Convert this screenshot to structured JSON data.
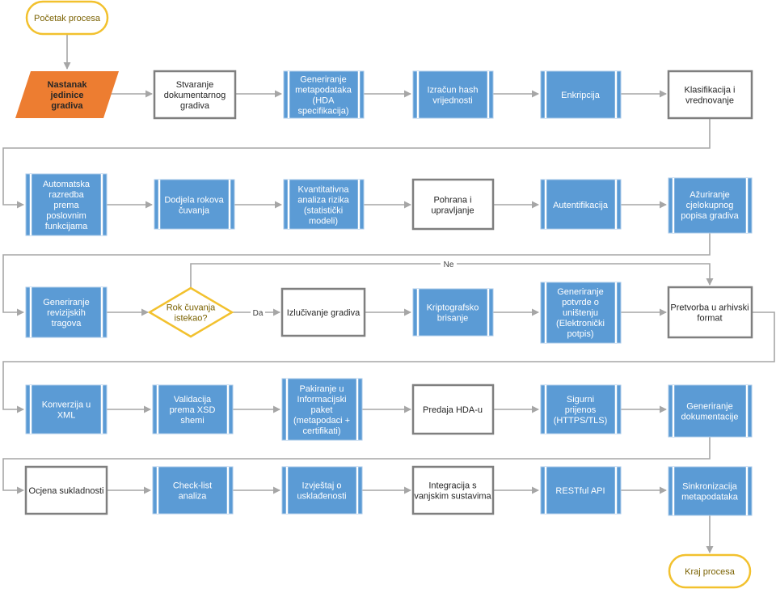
{
  "nodes": {
    "start": [
      "Početak procesa"
    ],
    "n1": [
      "Nastanak",
      "jedinice",
      "gradiva"
    ],
    "n2": [
      "Stvaranje",
      "dokumentarnog",
      "gradiva"
    ],
    "n3": [
      "Generiranje",
      "metapodataka",
      "(HDA",
      "specifikacija)"
    ],
    "n4": [
      "Izračun hash",
      "vrijednosti"
    ],
    "n5": [
      "Enkripcija"
    ],
    "n6": [
      "Klasifikacija i",
      "vrednovanje"
    ],
    "n7": [
      "Automatska",
      "razredba",
      "prema",
      "poslovnim",
      "funkcijama"
    ],
    "n8": [
      "Dodjela rokova",
      "čuvanja"
    ],
    "n9": [
      "Kvantitativna",
      "analiza rizika",
      "(statistički",
      "modeli)"
    ],
    "n10": [
      "Pohrana i",
      "upravljanje"
    ],
    "n11": [
      "Autentifikacija"
    ],
    "n12": [
      "Ažuriranje",
      "cjelokupnog",
      "popisa gradiva"
    ],
    "n13": [
      "Generiranje",
      "revizijskih",
      "tragova"
    ],
    "d1": [
      "Rok čuvanja",
      "istekao?"
    ],
    "n14": [
      "Izlučivanje gradiva"
    ],
    "n15": [
      "Kriptografsko",
      "brisanje"
    ],
    "n16": [
      "Generiranje",
      "potvrde o",
      "uništenju",
      "(Elektronički",
      "potpis)"
    ],
    "n17": [
      "Pretvorba u arhivski",
      "format"
    ],
    "n18": [
      "Konverzija u",
      "XML"
    ],
    "n19": [
      "Validacija",
      "prema XSD",
      "shemi"
    ],
    "n20": [
      "Pakiranje u",
      "Informacijski",
      "paket",
      "(metapodaci +",
      "certifikati)"
    ],
    "n21": [
      "Predaja HDA-u"
    ],
    "n22": [
      "Sigurni",
      "prijenos",
      "(HTTPS/TLS)"
    ],
    "n23": [
      "Generiranje",
      "dokumentacije"
    ],
    "n24": [
      "Ocjena sukladnosti"
    ],
    "n25": [
      "Check-list",
      "analiza"
    ],
    "n26": [
      "Izvještaj o",
      "usklađenosti"
    ],
    "n27": [
      "Integracija s",
      "vanjskim sustavima"
    ],
    "n28": [
      "RESTful API"
    ],
    "n29": [
      "Sinkronizacija",
      "metapodataka"
    ],
    "end": [
      "Kraj procesa"
    ]
  },
  "edge_labels": {
    "da": "Da",
    "ne": "Ne"
  },
  "colors": {
    "process_fill": "#5b9bd5",
    "terminal_border": "#f2c12e",
    "io_fill": "#ed7d31",
    "box_border": "#7f7f7f",
    "arrow": "#a6a6a6"
  }
}
